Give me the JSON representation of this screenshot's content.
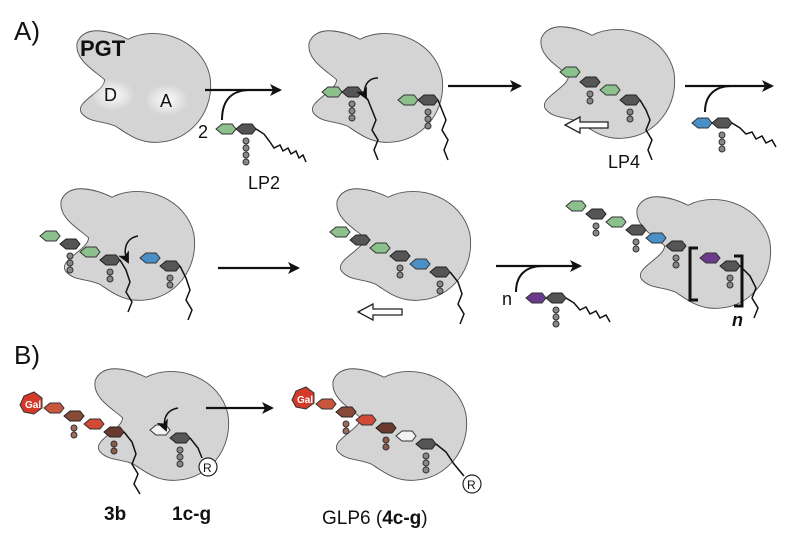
{
  "panel_a": {
    "label": "A)",
    "enzyme_label": "PGT",
    "site_donor": "D",
    "site_acceptor": "A",
    "lipid_ii_count": "2",
    "lipid_ii_label": "LP2",
    "lp4_label": "LP4",
    "repeat_count": "n",
    "repeat_subscript": "n"
  },
  "panel_b": {
    "label": "B)",
    "gal_label": "Gal",
    "r_label": "R",
    "donor_compound": "3b",
    "acceptor_compound": "1c-g",
    "product_name": "GLP6 (",
    "product_compound": "4c-g",
    "product_close": ")"
  },
  "colors": {
    "enzyme_fill": "#d4d4d4",
    "green_sugar": "#8cc08c",
    "dark_sugar": "#3a3a3a",
    "blue_sugar": "#4a90c8",
    "purple_sugar": "#6a3a8c",
    "red_sugar": "#d33a2a",
    "white_sugar": "#f2f2f2"
  }
}
